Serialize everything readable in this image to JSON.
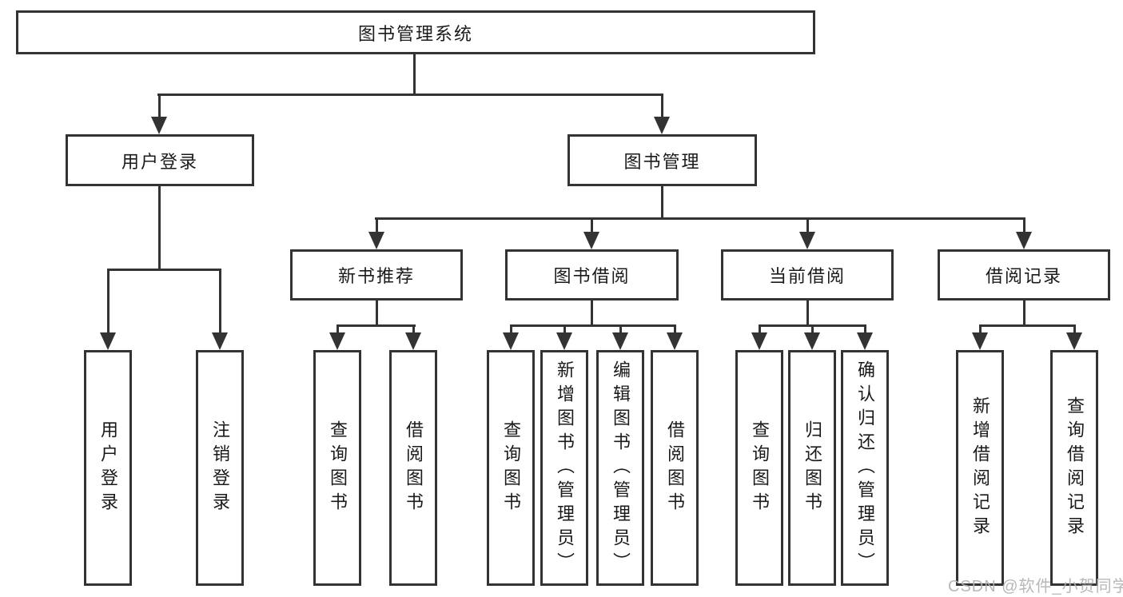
{
  "diagram": {
    "root": {
      "label": "图书管理系统"
    },
    "level2": [
      {
        "label": "用户登录"
      },
      {
        "label": "图书管理"
      }
    ],
    "level3": [
      {
        "label": "新书推荐"
      },
      {
        "label": "图书借阅"
      },
      {
        "label": "当前借阅"
      },
      {
        "label": "借阅记录"
      }
    ],
    "leaves": {
      "user_login": [
        "用户登录",
        "注销登录"
      ],
      "new_book_recommend": [
        "查询图书",
        "借阅图书"
      ],
      "book_borrow": [
        "查询图书",
        "新增图书（管理员）",
        "编辑图书（管理员）",
        "借阅图书"
      ],
      "current_borrow": [
        "查询图书",
        "归还图书",
        "确认归还（管理员）"
      ],
      "borrow_record": [
        "新增借阅记录",
        "查询借阅记录"
      ]
    }
  },
  "colors": {
    "line": "#333333",
    "box_border": "#333333",
    "text": "#1a1a1a",
    "watermark": "#b2b2b2",
    "background": "#ffffff"
  },
  "watermark": {
    "text": "CSDN @软件_小贺同学"
  }
}
